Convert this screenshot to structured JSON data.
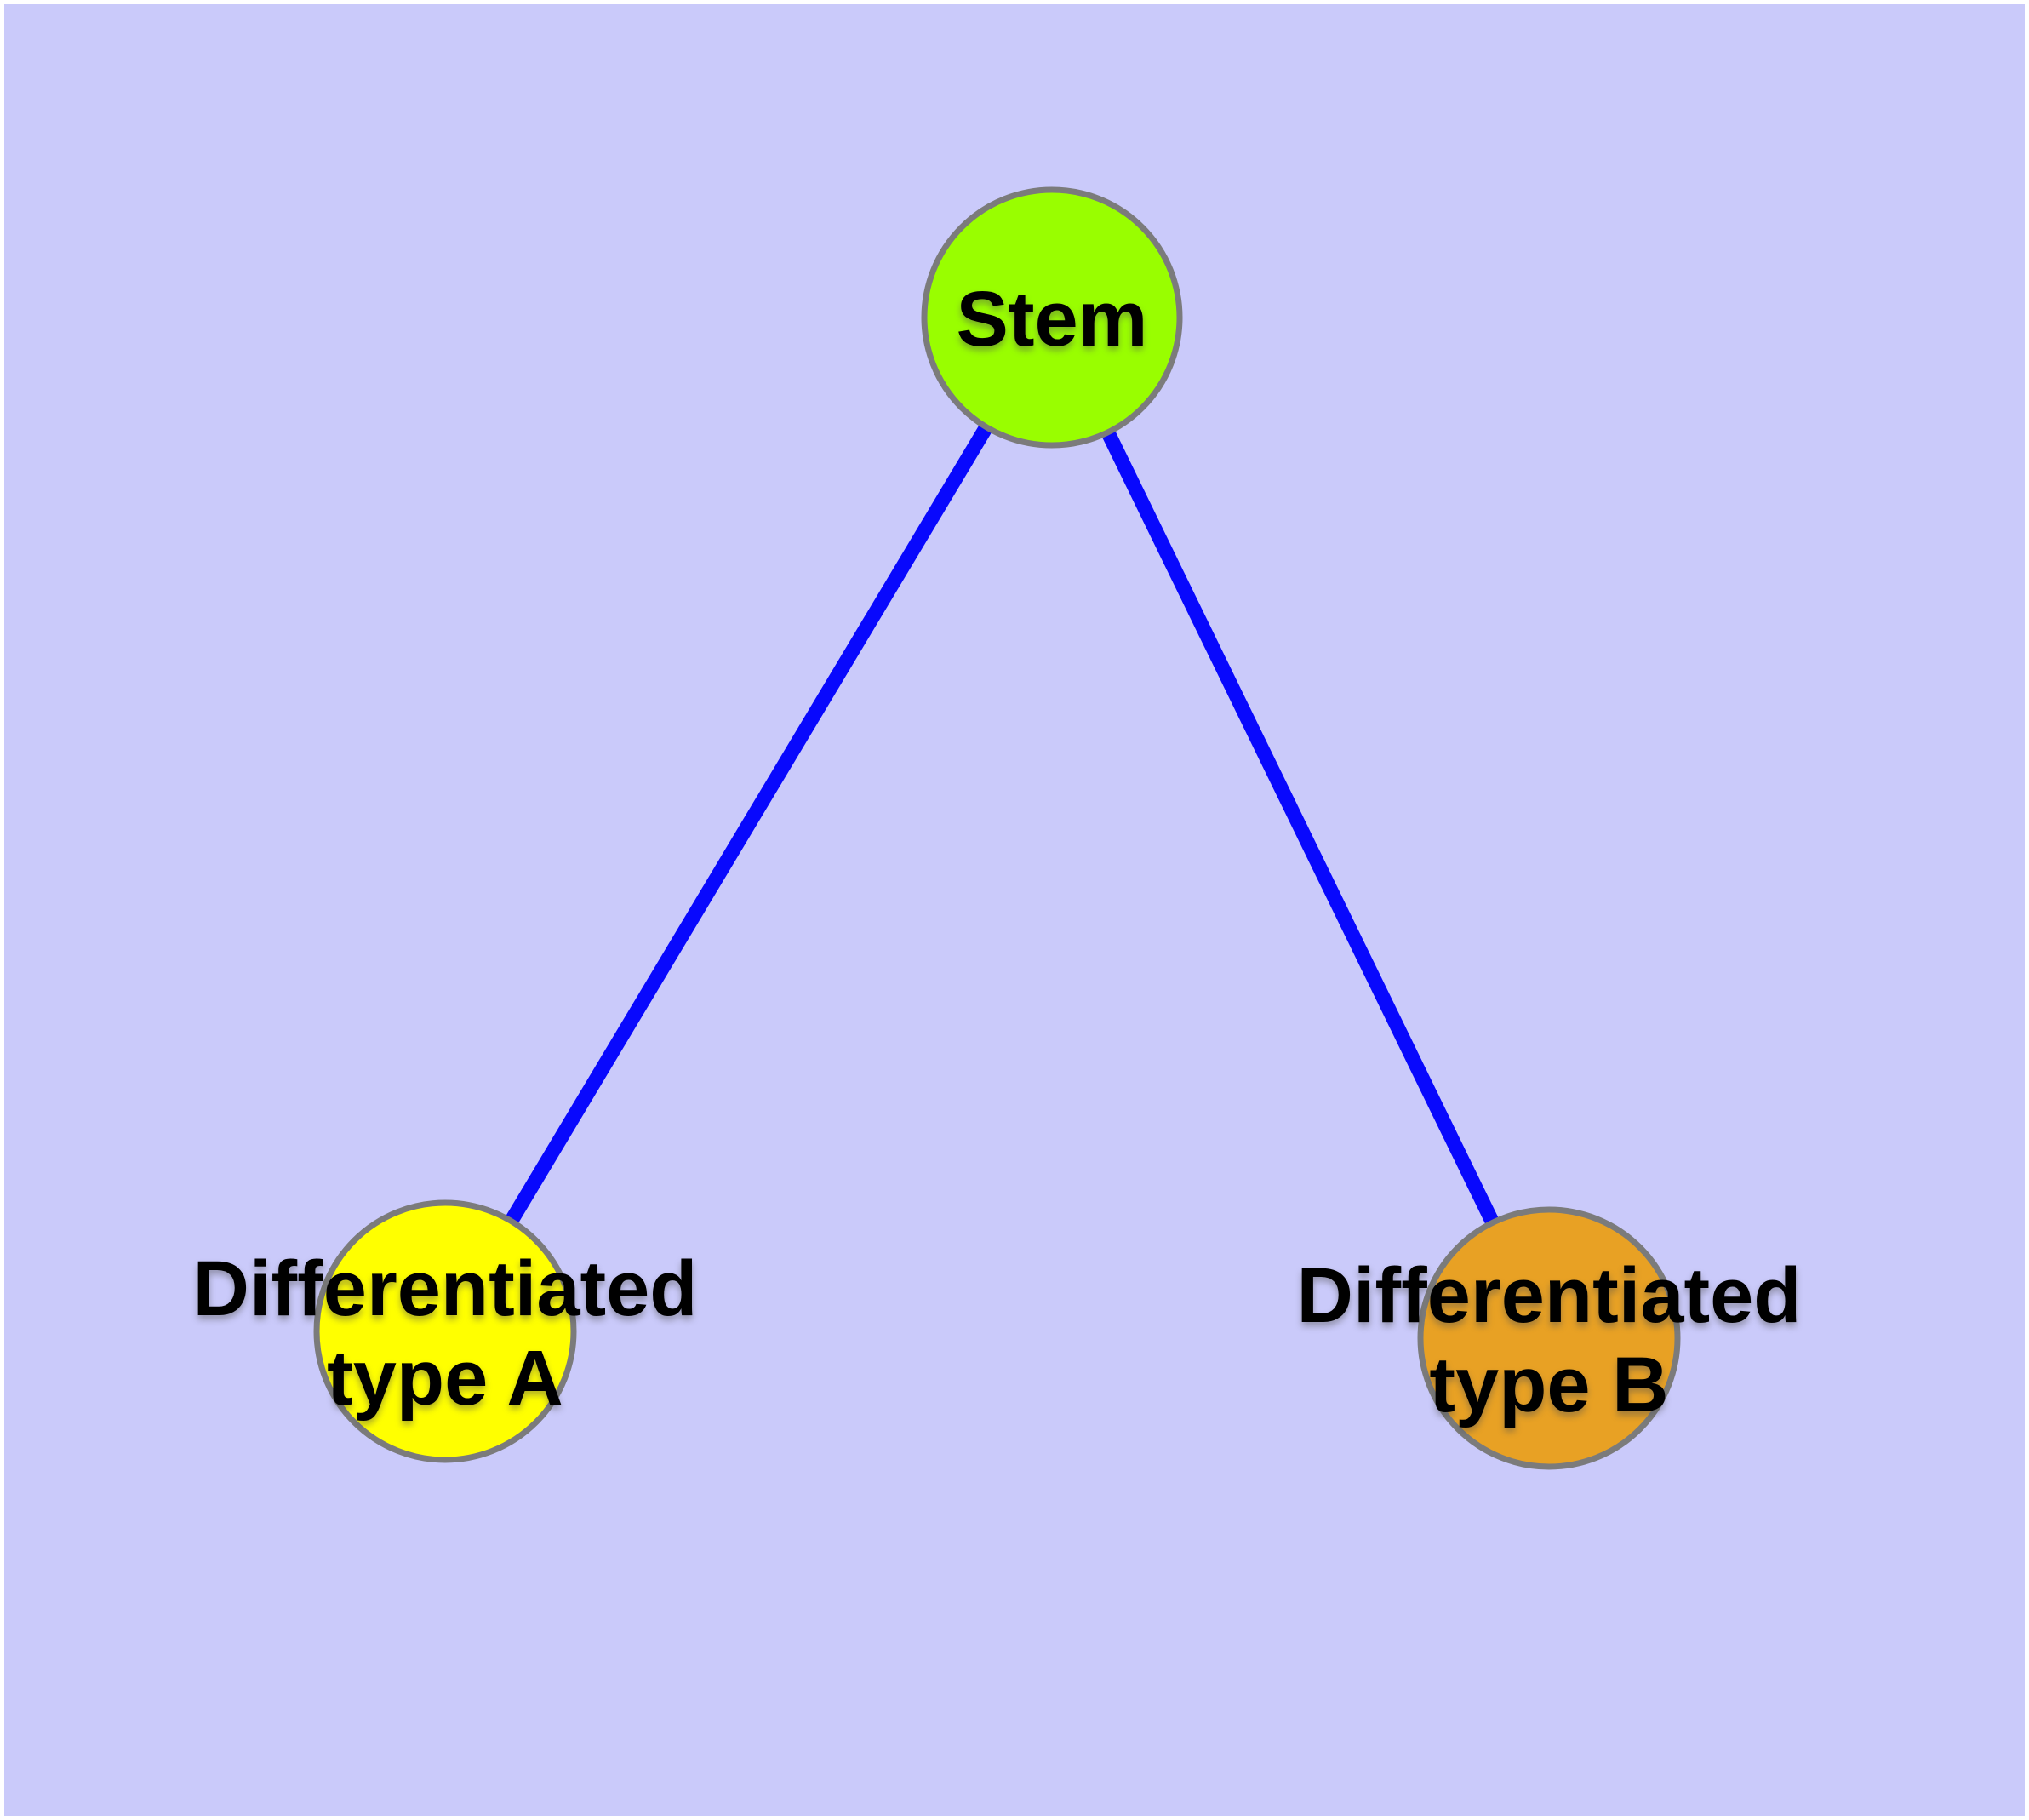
{
  "diagram": {
    "background_color": "#CACAFA",
    "frame_color": "#FFFFFF",
    "edge_color": "#0808FD",
    "node_border_color": "#7B7B7B",
    "text_color": "#000000",
    "nodes": [
      {
        "id": "stem",
        "label": "Stem",
        "label_line1": "Stem",
        "label_line2": "",
        "fill": "#99FE00"
      },
      {
        "id": "differentiated-type-a",
        "label": "Differentiated type A",
        "label_line1": "Differentiated",
        "label_line2": "type A",
        "fill": "#FFFF00"
      },
      {
        "id": "differentiated-type-b",
        "label": "Differentiated type B",
        "label_line1": "Differentiated",
        "label_line2": "type B",
        "fill": "#E8A124"
      }
    ],
    "edges": [
      {
        "from": "Stem",
        "to": "Differentiated type A"
      },
      {
        "from": "Stem",
        "to": "Differentiated type B"
      }
    ]
  }
}
